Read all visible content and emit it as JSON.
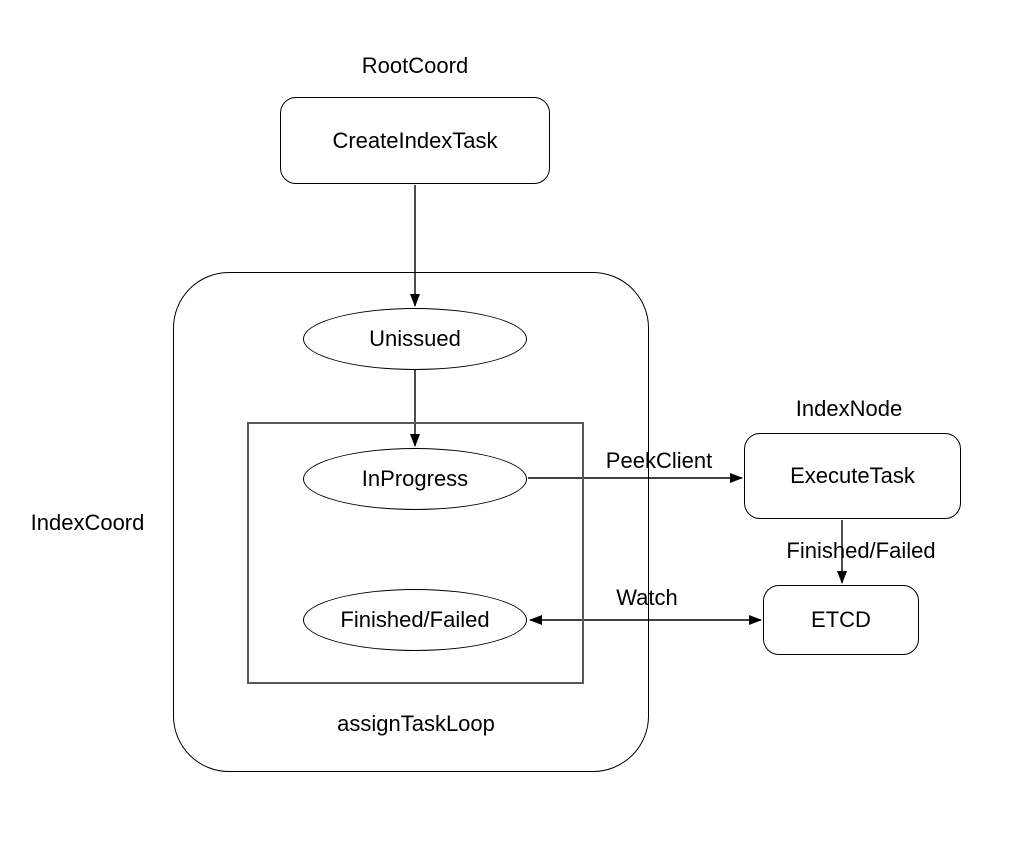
{
  "diagram": {
    "background": "#ffffff",
    "stroke_color": "#000000",
    "inner_rect_color": "#595959",
    "region_labels": {
      "root_coord": "RootCoord",
      "index_coord": "IndexCoord",
      "index_node": "IndexNode",
      "assign_task_loop": "assignTaskLoop"
    },
    "nodes": {
      "create_index_task": "CreateIndexTask",
      "unissued": "Unissued",
      "in_progress": "InProgress",
      "finished_failed": "Finished/Failed",
      "execute_task": "ExecuteTask",
      "etcd": "ETCD"
    },
    "edge_labels": {
      "peek_client": "PeekClient",
      "finished_failed": "Finished/Failed",
      "watch": "Watch"
    }
  }
}
